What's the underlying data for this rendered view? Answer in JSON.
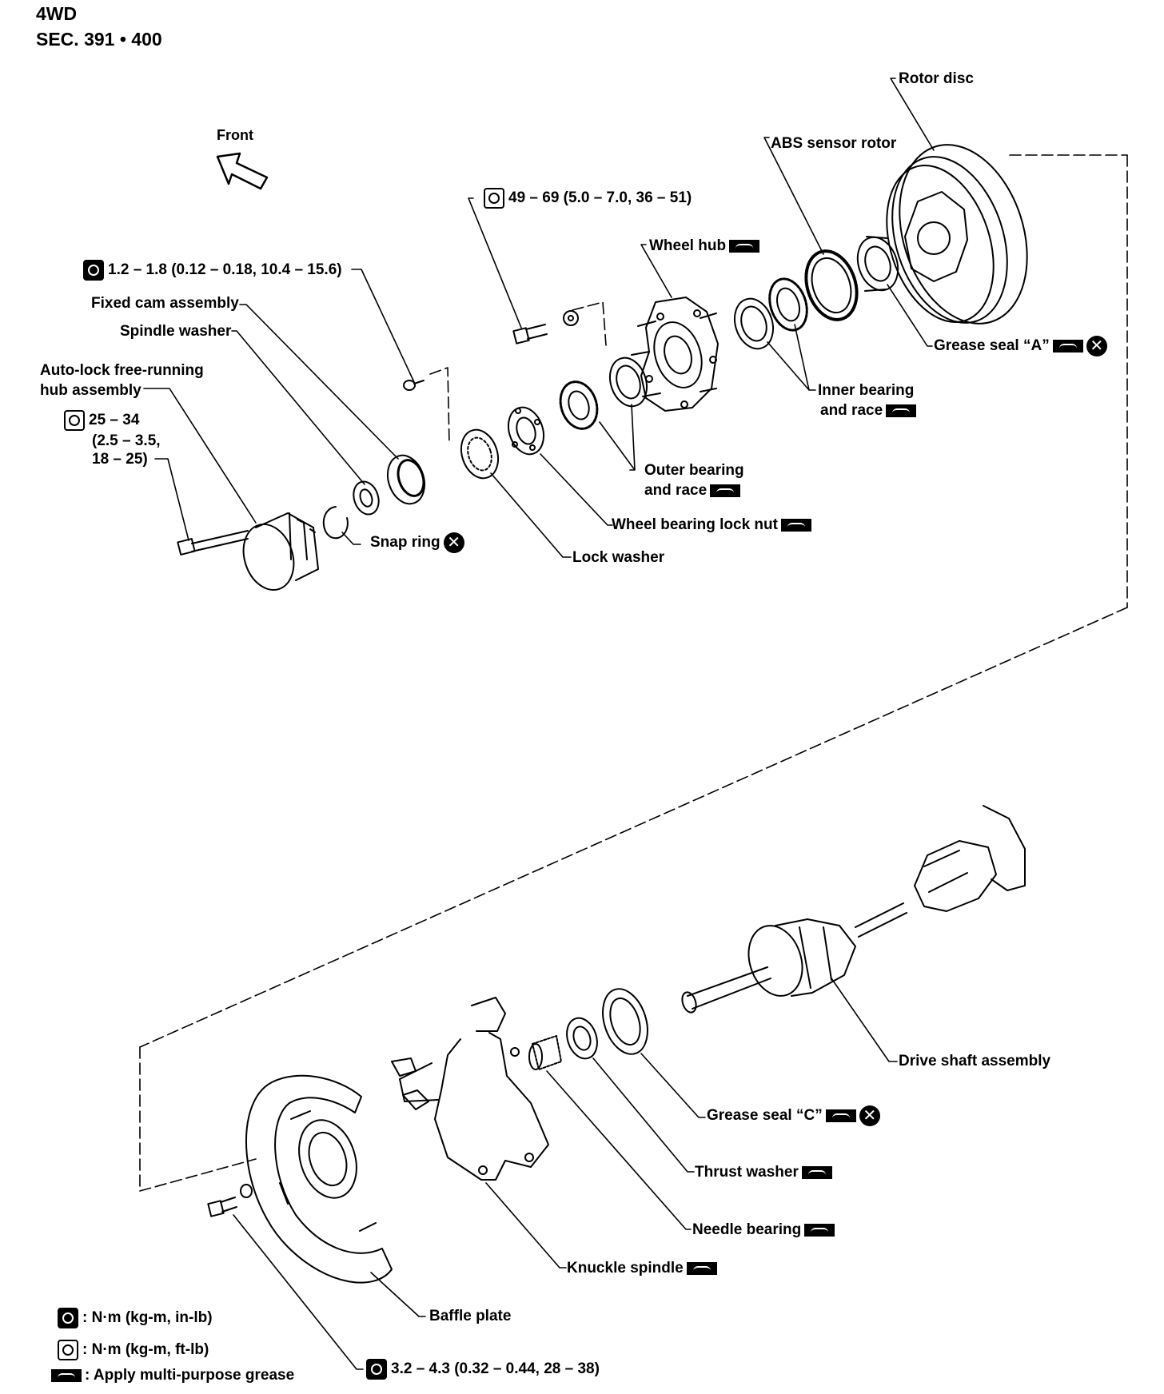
{
  "header": {
    "line1": "4WD",
    "line2": "SEC. 391 • 400"
  },
  "front_label": "Front",
  "labels": {
    "rotor_disc": "Rotor disc",
    "abs_sensor_rotor": "ABS sensor rotor",
    "bolt_torque_top": "49 – 69 (5.0 – 7.0, 36 – 51)",
    "wheel_hub": "Wheel hub",
    "screw_torque": "1.2 – 1.8 (0.12 – 0.18, 10.4 – 15.6)",
    "fixed_cam_assembly": "Fixed cam assembly",
    "spindle_washer": "Spindle washer",
    "auto_lock_line1": "Auto-lock free-running",
    "auto_lock_line2": "hub assembly",
    "hub_torque_line1": "25 – 34",
    "hub_torque_line2": "(2.5 – 3.5,",
    "hub_torque_line3": "18 – 25)",
    "grease_seal_a": "Grease seal “A”",
    "inner_bearing_line1": "Inner bearing",
    "inner_bearing_line2": "and race",
    "outer_bearing_line1": "Outer bearing",
    "outer_bearing_line2": "and race",
    "wheel_bearing_lock_nut": "Wheel bearing lock nut",
    "snap_ring": "Snap ring",
    "lock_washer": "Lock washer",
    "drive_shaft_assembly": "Drive shaft assembly",
    "grease_seal_c": "Grease seal “C”",
    "thrust_washer": "Thrust washer",
    "needle_bearing": "Needle bearing",
    "knuckle_spindle": "Knuckle spindle",
    "baffle_plate": "Baffle plate",
    "baffle_bolt_torque": "3.2 – 4.3 (0.32 – 0.44, 28 – 38)"
  },
  "legend": {
    "nm_in_lb": ": N·m (kg-m, in-lb)",
    "nm_ft_lb": ": N·m (kg-m, ft-lb)",
    "grease": ": Apply multi-purpose grease"
  }
}
